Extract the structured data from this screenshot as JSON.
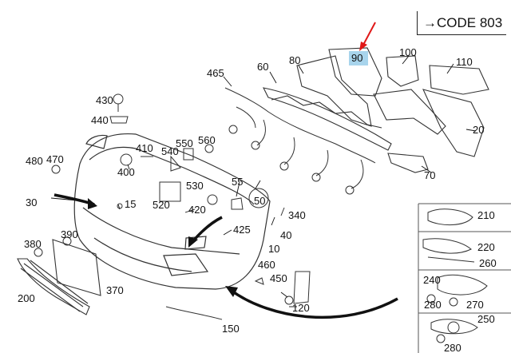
{
  "code_label": "CODE 803",
  "highlighted_part": "90",
  "arrow_color": "#e01818",
  "part_labels": {
    "p10": "10",
    "p15": "15",
    "p20": "20",
    "p30": "30",
    "p40": "40",
    "p50": "50",
    "p55": "55",
    "p60": "60",
    "p70": "70",
    "p80": "80",
    "p90": "90",
    "p100": "100",
    "p110": "110",
    "p120": "120",
    "p150": "150",
    "p200": "200",
    "p210": "210",
    "p220": "220",
    "p240": "240",
    "p250": "250",
    "p260": "260",
    "p270": "270",
    "p280a": "280",
    "p280b": "280",
    "p340": "340",
    "p370": "370",
    "p380": "380",
    "p390": "390",
    "p400": "400",
    "p410": "410",
    "p420": "420",
    "p425": "425",
    "p430": "430",
    "p440": "440",
    "p450": "450",
    "p460": "460",
    "p465": "465",
    "p470": "470",
    "p480": "480",
    "p520": "520",
    "p530": "530",
    "p540": "540",
    "p550": "550",
    "p560": "560"
  }
}
